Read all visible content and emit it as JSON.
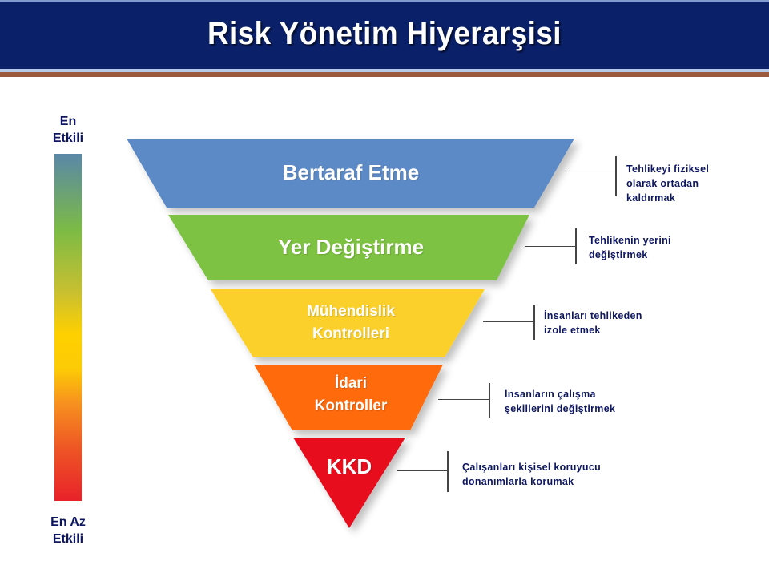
{
  "header": {
    "title": "Risk Yönetim Hiyerarşisi"
  },
  "scale": {
    "top_label": [
      "En",
      "Etkili"
    ],
    "bottom_label": [
      "En Az",
      "Etkili"
    ],
    "gradient_colors": [
      "#5a87a8",
      "#7cbb45",
      "#ffd000",
      "#f7901f",
      "#e8222a"
    ]
  },
  "levels": [
    {
      "label": "Bertaraf Etme",
      "color": "#5b8ac6",
      "description": [
        "Tehlikeyi fiziksel",
        "olarak ortadan",
        "kaldırmak"
      ]
    },
    {
      "label": "Yer Değiştirme",
      "color": "#7dc242",
      "description": [
        "Tehlikenin yerini",
        "değiştirmek"
      ]
    },
    {
      "label": [
        "Mühendislik",
        "Kontrolleri"
      ],
      "color": "#fcd02c",
      "description": [
        "İnsanları tehlikeden",
        "izole etmek"
      ]
    },
    {
      "label": [
        "İdari",
        "Kontroller"
      ],
      "color": "#ff6b0a",
      "description": [
        "İnsanların çalışma",
        "şekillerini değiştirmek"
      ]
    },
    {
      "label": "KKD",
      "color": "#e8101c",
      "description": [
        "Çalışanları kişisel koruyucu",
        "donanımlarla korumak"
      ]
    }
  ]
}
